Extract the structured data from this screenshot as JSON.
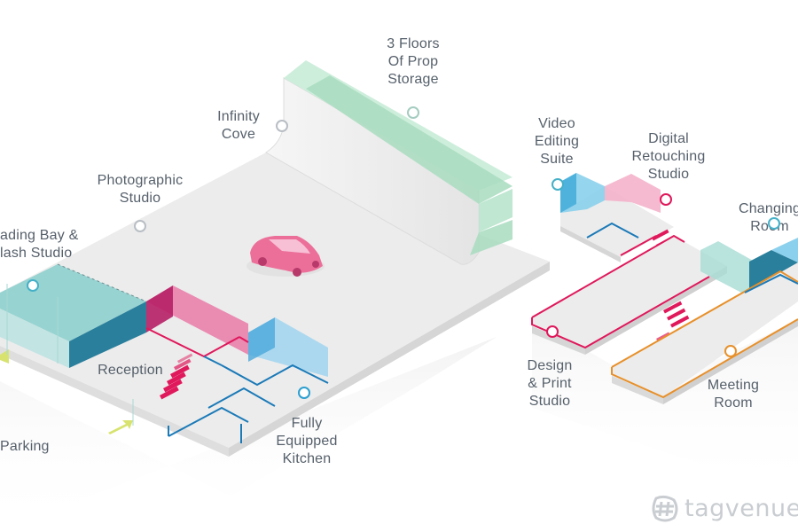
{
  "labels": {
    "prop_storage": "3 Floors\nOf Prop\nStorage",
    "infinity_cove": "Infinity\nCove",
    "photographic_studio": "Photographic\nStudio",
    "loading_bay": "ading Bay &\nlash Studio",
    "reception": "Reception",
    "parking": "Parking",
    "kitchen": "Fully\nEquipped\nKitchen",
    "video_editing": "Video\nEditing\nSuite",
    "retouching": "Digital\nRetouching\nStudio",
    "changing_room": "Changing\nRoom",
    "design_print": "Design\n& Print\nStudio",
    "meeting_room": "Meeting\nRoom"
  },
  "watermark": "tagvenue",
  "colors": {
    "pink": "#e0185c",
    "teal": "#45b0c8",
    "orange": "#e8902a",
    "green": "#a8dcc4",
    "floor": "#ededed",
    "floor_edge": "#cfcfcf"
  }
}
